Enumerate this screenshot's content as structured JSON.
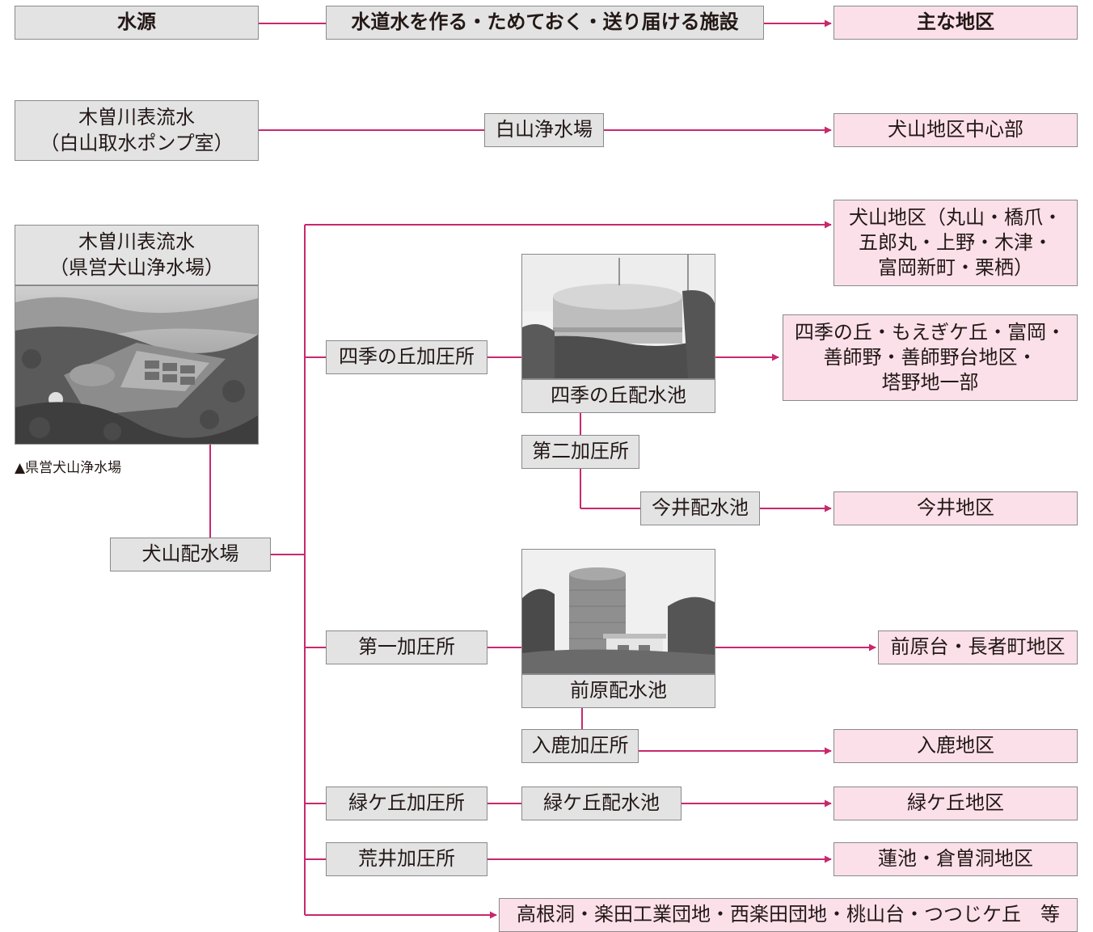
{
  "header": {
    "source": "水源",
    "facility": "水道水を作る・ためておく・送り届ける施設",
    "area": "主な地区"
  },
  "route1": {
    "source_line1": "木曽川表流水",
    "source_line2": "（白山取水ポンプ室）",
    "facility": "白山浄水場",
    "area": "犬山地区中心部"
  },
  "route2": {
    "source_line1": "木曽川表流水",
    "source_line2": "（県営犬山浄水場）",
    "photo_caption": "▲県営犬山浄水場",
    "distribution_station": "犬山配水場",
    "area_inuyama_line1": "犬山地区（丸山・橋爪・",
    "area_inuyama_line2": "五郎丸・上野・木津・",
    "area_inuyama_line3": "富岡新町・栗栖）",
    "shikinooka_pump": "四季の丘加圧所",
    "shikinooka_reservoir": "四季の丘配水池",
    "shikinooka_area_line1": "四季の丘・もえぎケ丘・富岡・",
    "shikinooka_area_line2": "善師野・善師野台地区・",
    "shikinooka_area_line3": "塔野地一部",
    "daini_pump": "第二加圧所",
    "imai_reservoir": "今井配水池",
    "imai_area": "今井地区",
    "daiichi_pump": "第一加圧所",
    "maehara_reservoir": "前原配水池",
    "maehara_area": "前原台・長者町地区",
    "iriga_pump": "入鹿加圧所",
    "iriga_area": "入鹿地区",
    "midorigaoka_pump": "緑ケ丘加圧所",
    "midorigaoka_reservoir": "緑ケ丘配水池",
    "midorigaoka_area": "緑ケ丘地区",
    "arai_pump": "荒井加圧所",
    "arai_area": "蓮池・倉曽洞地区",
    "other_area": "高根洞・楽田工業団地・西楽田団地・桃山台・つつじケ丘　等"
  },
  "colors": {
    "line": "#c8286e",
    "area_fill": "#fbe0ea",
    "facility_fill": "#e3e3e4",
    "border": "#8a8a8a"
  }
}
